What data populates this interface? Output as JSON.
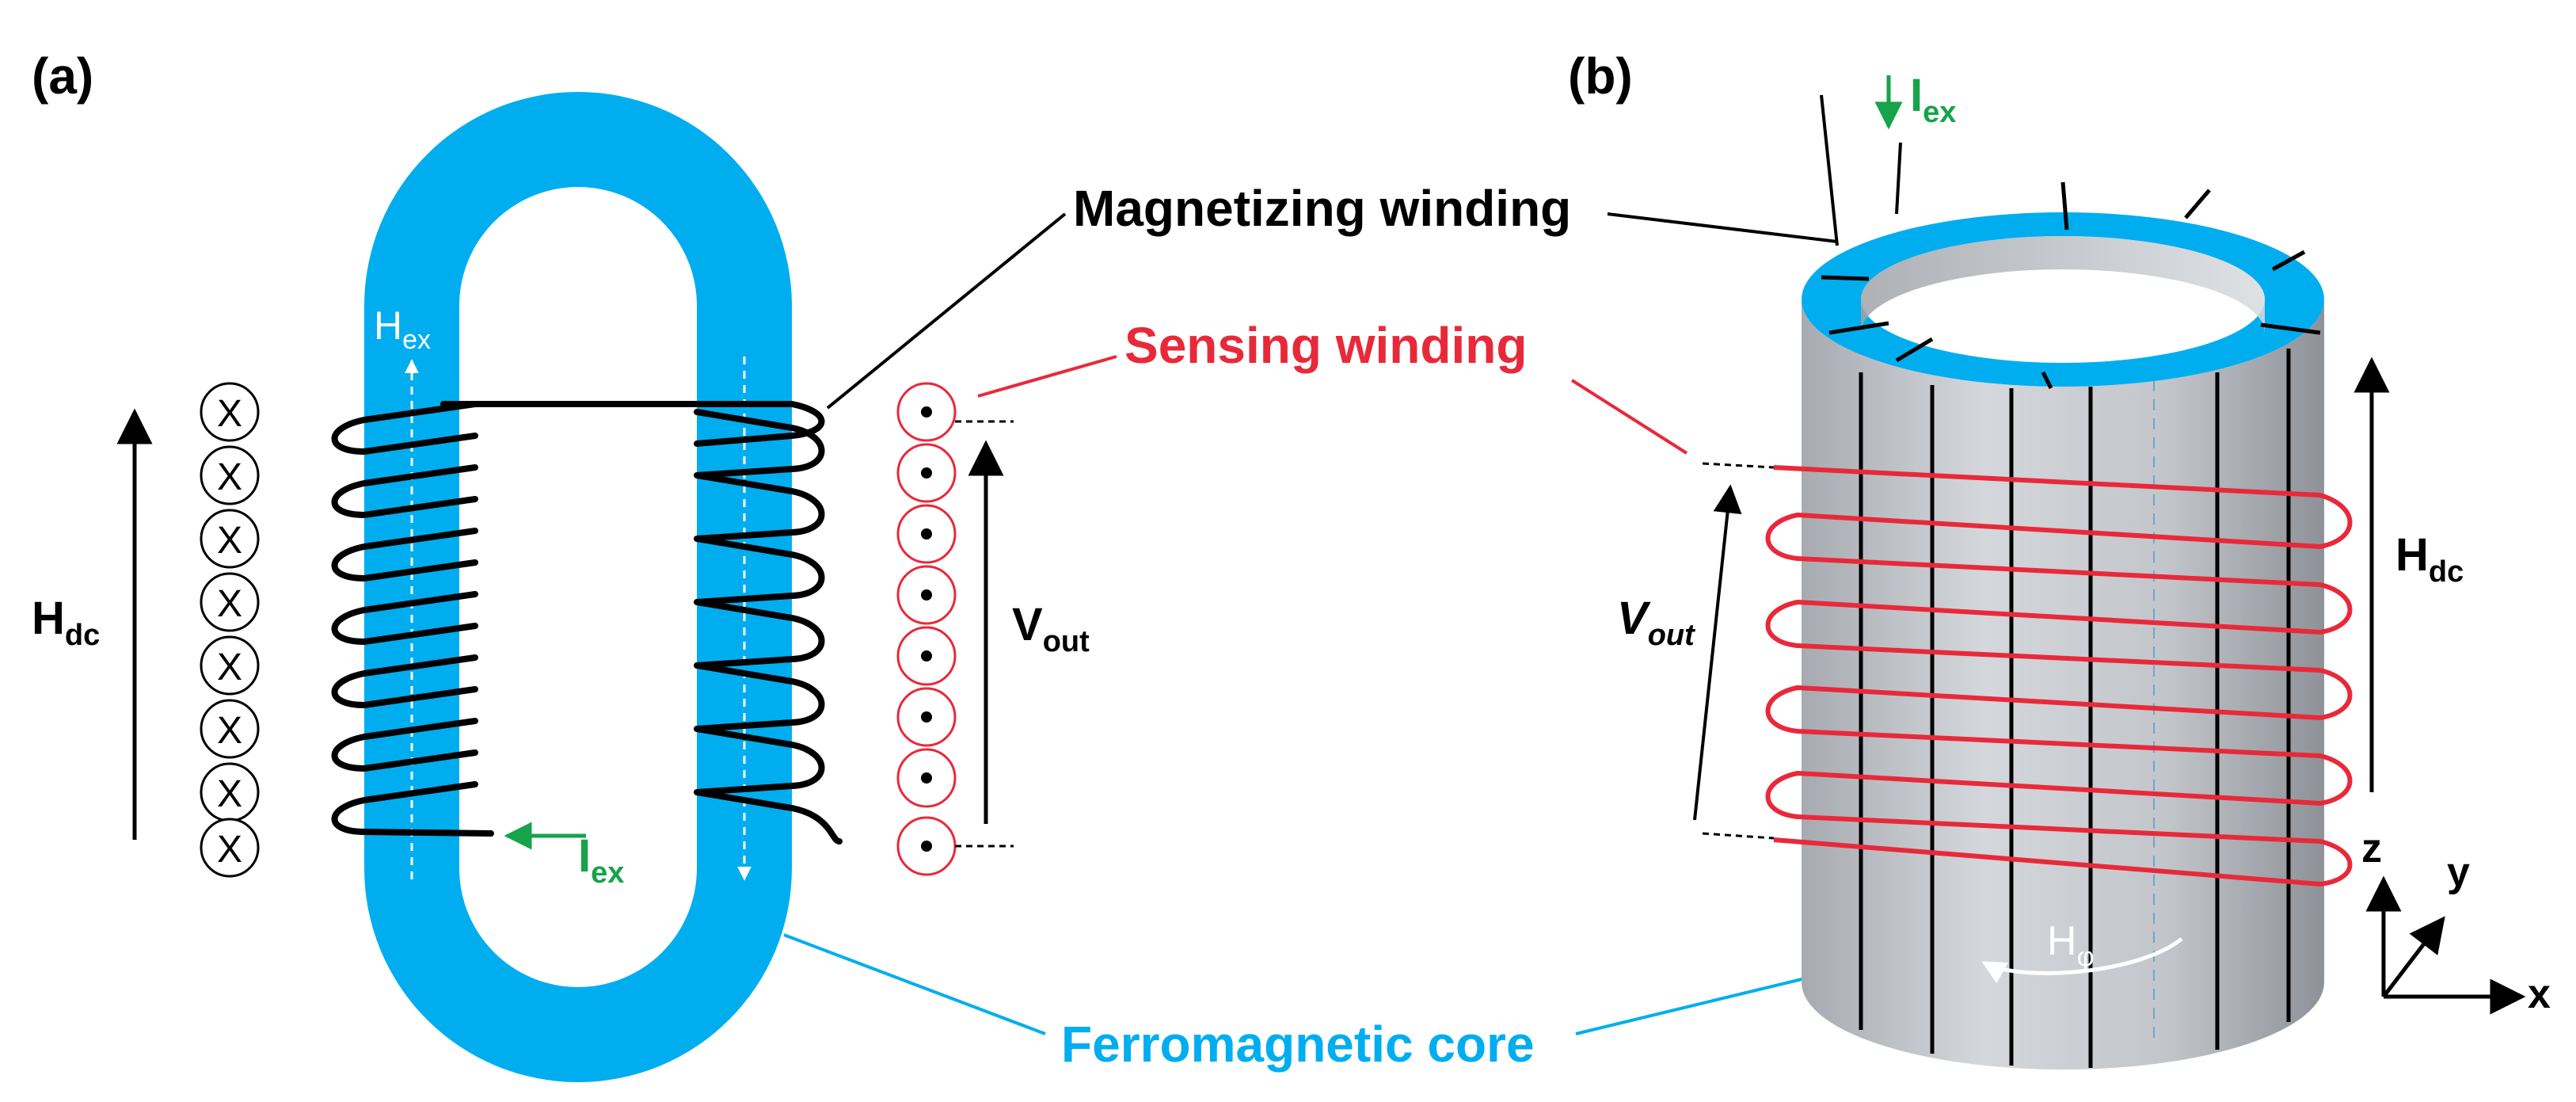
{
  "panels": {
    "a": {
      "label": "(a)"
    },
    "b": {
      "label": "(b)"
    }
  },
  "labels": {
    "magnetizing_winding": "Magnetizing winding",
    "sensing_winding": "Sensing winding",
    "ferromagnetic_core": "Ferromagnetic core"
  },
  "symbols": {
    "h_dc": {
      "main": "H",
      "sub": "dc"
    },
    "h_ex": {
      "main": "H",
      "sub": "ex"
    },
    "i_ex": {
      "main": "I",
      "sub": "ex"
    },
    "v_out": {
      "main": "V",
      "sub": "out"
    },
    "h_phi": {
      "main": "H",
      "sub": "φ"
    },
    "axis_x": "x",
    "axis_y": "y",
    "axis_z": "z",
    "cross_mark": "X"
  },
  "colors": {
    "core_blue": "#00AEEF",
    "sensing_red": "#E8293A",
    "current_green": "#16A34A",
    "cylinder_gray": "#C9CCD1",
    "ink": "#000000"
  }
}
